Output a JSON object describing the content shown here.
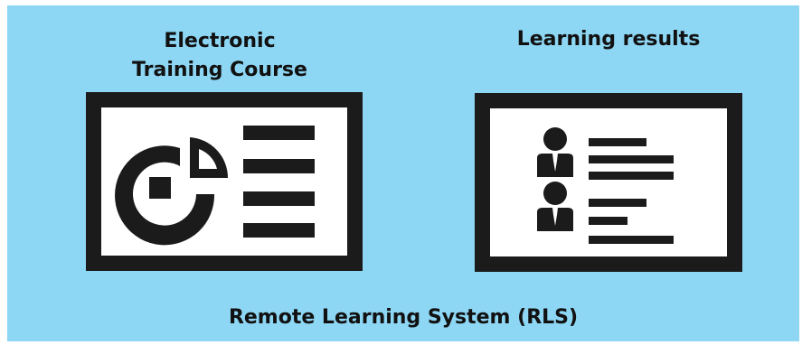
{
  "diagram": {
    "left_card": {
      "title_line_1": "Electronic",
      "title_line_2": "Training Course"
    },
    "right_card": {
      "title": "Learning results"
    },
    "system_label": "Remote Learning System (RLS)"
  },
  "icons": [
    "pie-chart-icon",
    "text-lines-icon",
    "user-icon",
    "user-icon"
  ],
  "colors": {
    "background": "#8dd6f4",
    "frame": "#1b1b1b",
    "panel": "#ffffff"
  }
}
